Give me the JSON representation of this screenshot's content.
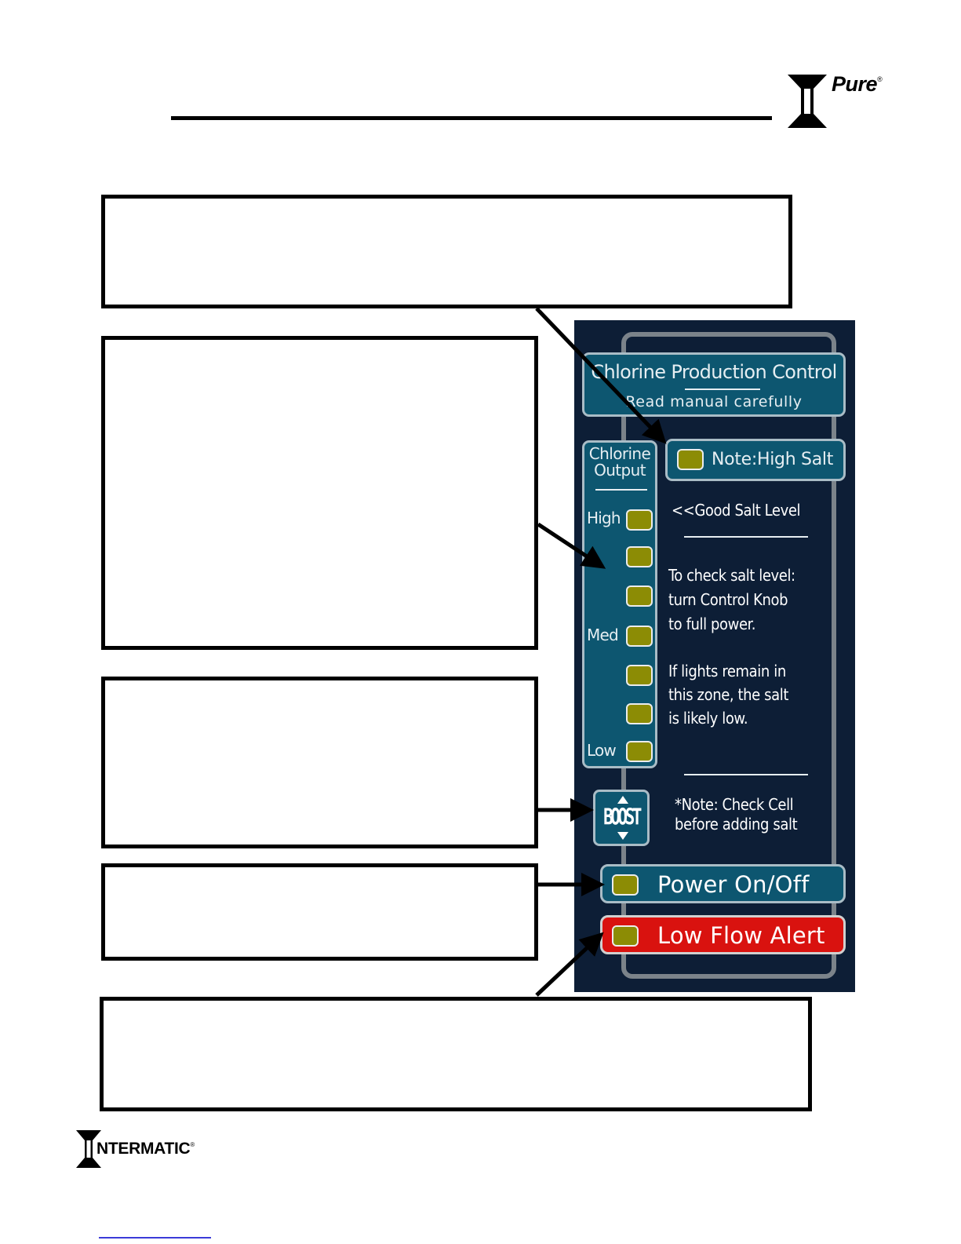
{
  "header": {
    "brand": "Pure",
    "brand_mark": "®",
    "brand_logo_icon": "hourglass-i-logo-icon"
  },
  "panel": {
    "title": "Chlorine Production Control",
    "subtitle": "Read manual carefully",
    "note_high_salt": "Note:High Salt",
    "chlorine_output_title_1": "Chlorine",
    "chlorine_output_title_2": "Output",
    "output_levels": {
      "high": "High",
      "med": "Med",
      "low": "Low"
    },
    "good_salt_level": "<<Good Salt Level",
    "check_salt": [
      "To check salt level:",
      "turn Control Knob",
      "to full power."
    ],
    "lights_remain": [
      "If lights remain in",
      "this zone, the salt",
      "is likely low."
    ],
    "check_cell": [
      "*Note: Check Cell",
      "before adding salt"
    ],
    "boost": "BOOST",
    "power": "Power On/Off",
    "low_flow": "Low Flow Alert",
    "colors": {
      "panel_bg": "#0d1e36",
      "button_teal": "#0d5670",
      "led_olive": "#8c8c05",
      "alert_red": "#d9120f"
    }
  },
  "footer": {
    "brand": "NTERMATIC",
    "brand_mark": "®"
  }
}
